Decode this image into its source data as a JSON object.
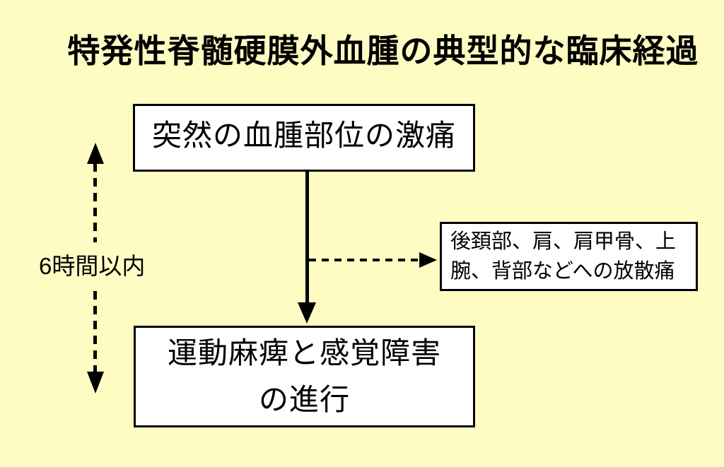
{
  "title": "特発性脊髄硬膜外血腫の典型的な臨床経過",
  "boxes": {
    "sudden_pain": {
      "text": "突然の血腫部位の激痛"
    },
    "radiating_pain": {
      "lines": [
        "後頚部、肩、肩甲骨、上",
        "腕、背部などへの放散痛"
      ]
    },
    "progression": {
      "lines": [
        "運動麻痺と感覚障害",
        "の進行"
      ]
    }
  },
  "labels": {
    "duration": "6時間以内"
  },
  "colors": {
    "background": "#FEFCC2",
    "box_fill": "#FFFFFF",
    "line": "#000000",
    "text": "#000000"
  }
}
